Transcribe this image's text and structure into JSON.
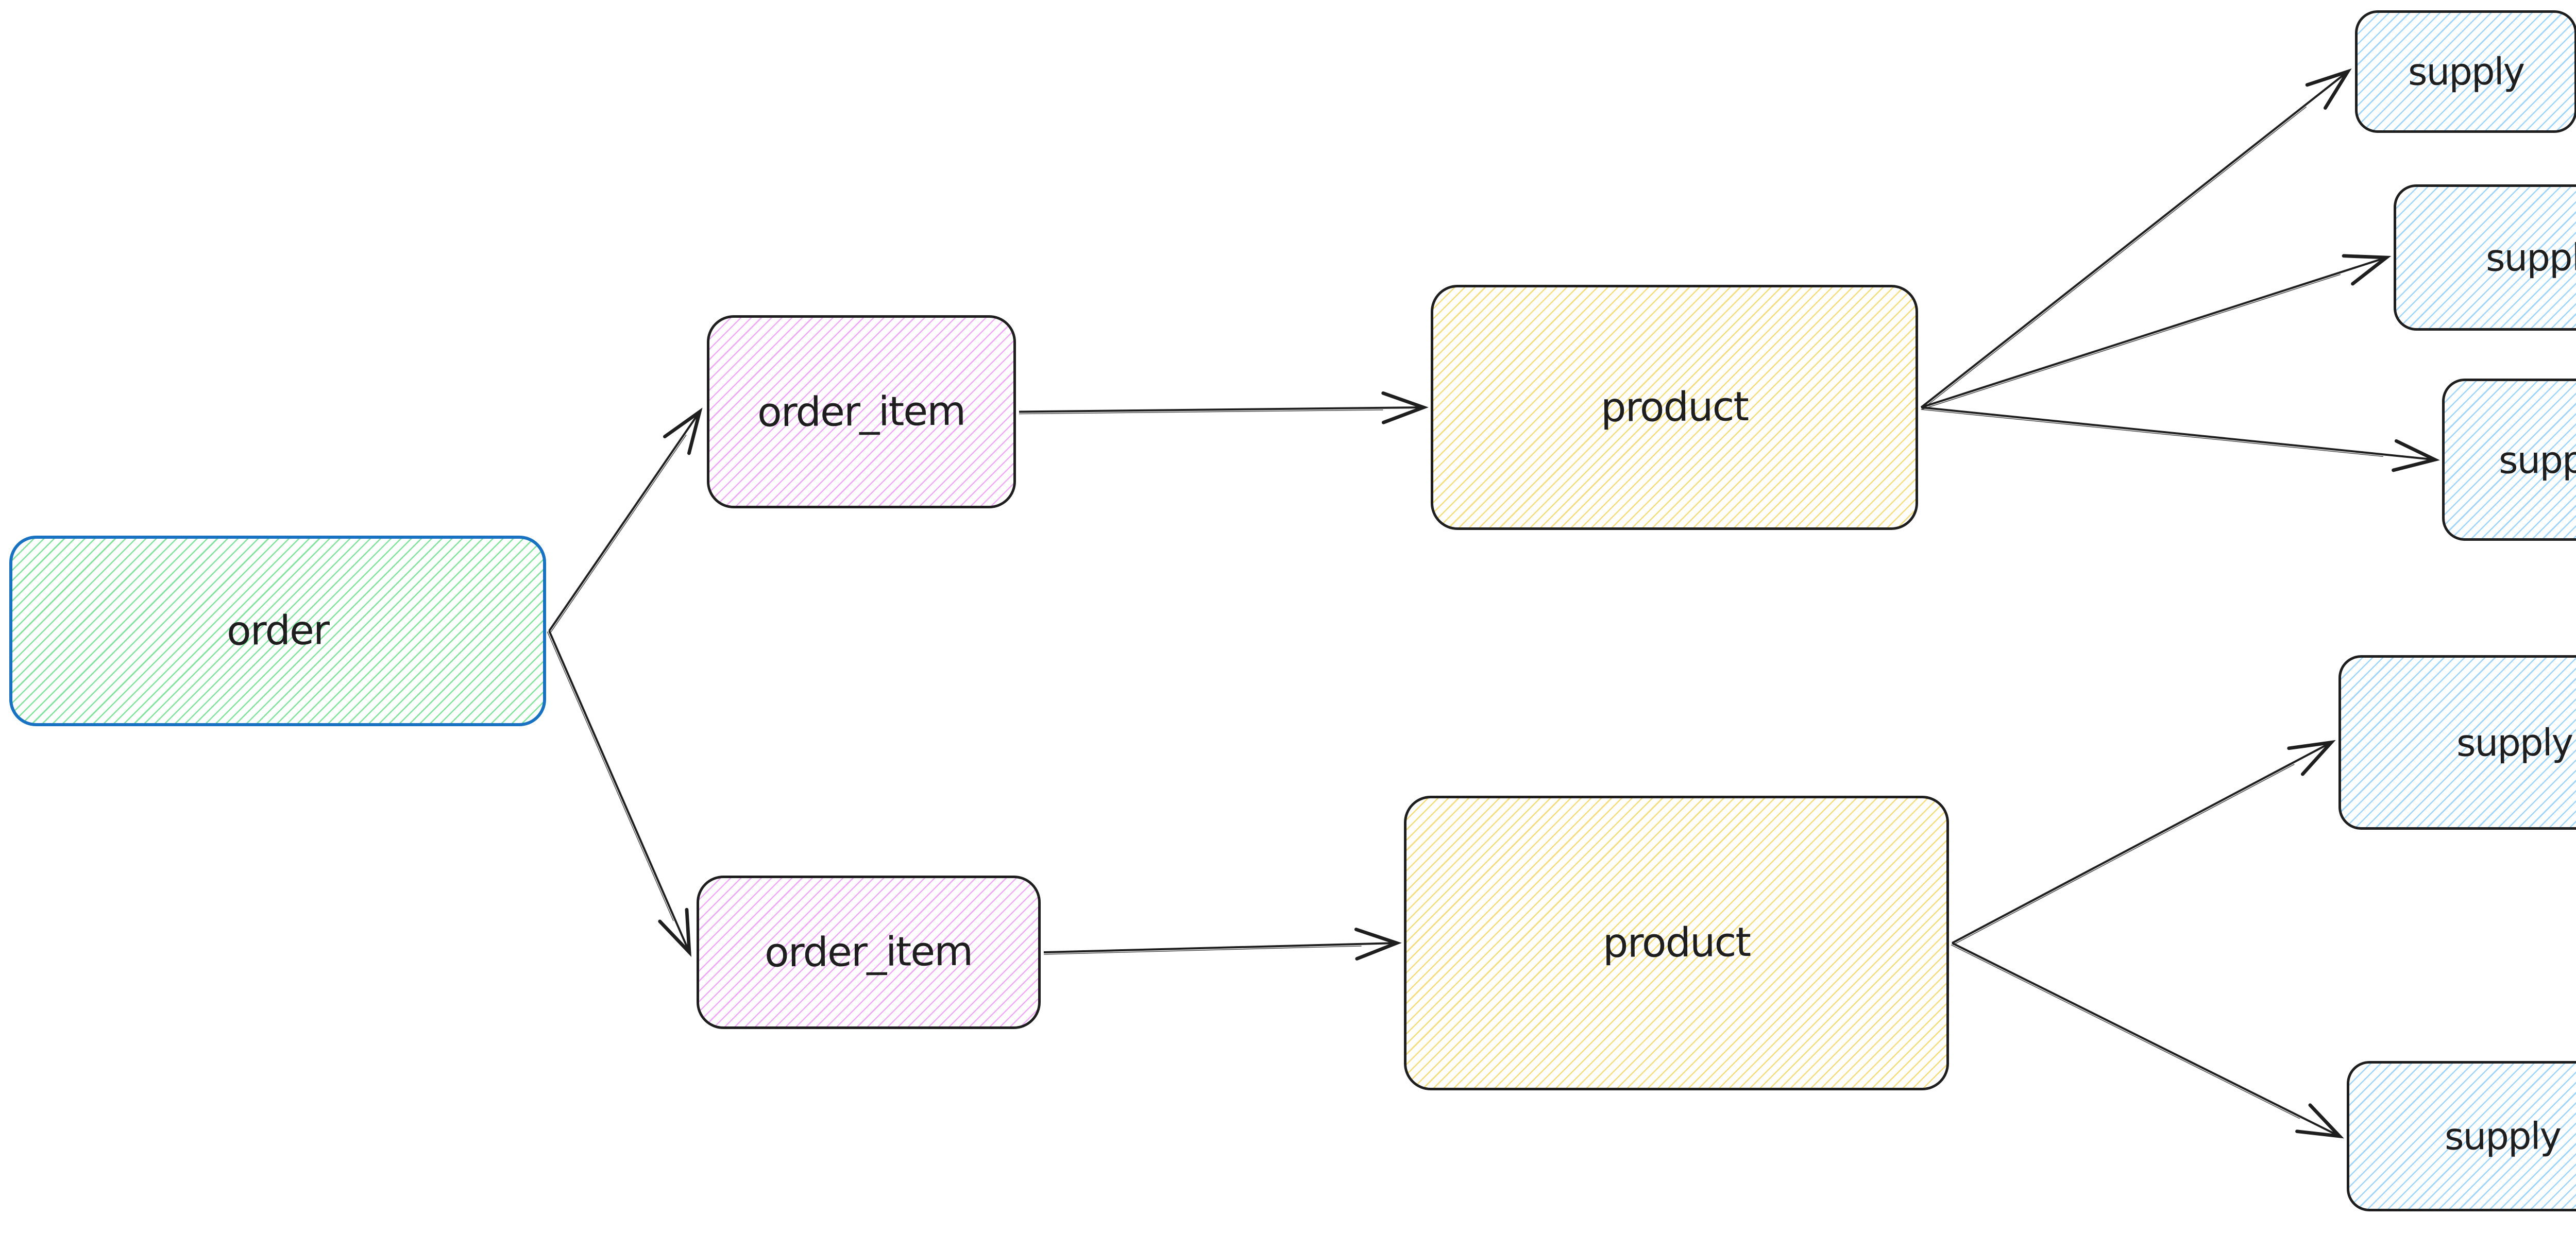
{
  "diagram": {
    "type": "flowchart",
    "background_color": "#ffffff",
    "edge_style": {
      "color": "#1e1e1e",
      "width": 4,
      "arrowhead": "open-v"
    },
    "nodes": [
      {
        "id": "order",
        "label": "order",
        "shape": "rounded-rectangle",
        "fill_hatch": "#7fe39c",
        "stroke": "#1971c2"
      },
      {
        "id": "order_item_1",
        "label": "order_item",
        "shape": "rounded-rectangle",
        "fill_hatch": "#eeacf6",
        "stroke": "#1e1e1e"
      },
      {
        "id": "order_item_2",
        "label": "order_item",
        "shape": "rounded-rectangle",
        "fill_hatch": "#eeacf6",
        "stroke": "#1e1e1e"
      },
      {
        "id": "product_1",
        "label": "product",
        "shape": "rounded-rectangle",
        "fill_hatch": "#f5dc7d",
        "stroke": "#1e1e1e"
      },
      {
        "id": "product_2",
        "label": "product",
        "shape": "rounded-rectangle",
        "fill_hatch": "#f5dc7d",
        "stroke": "#1e1e1e"
      },
      {
        "id": "supply_1",
        "label": "supply",
        "shape": "rounded-rectangle",
        "fill_hatch": "#9fd4fb",
        "stroke": "#1e1e1e"
      },
      {
        "id": "supply_2",
        "label": "supply",
        "shape": "rounded-rectangle",
        "fill_hatch": "#9fd4fb",
        "stroke": "#1e1e1e"
      },
      {
        "id": "supply_3",
        "label": "supply",
        "shape": "rounded-rectangle",
        "fill_hatch": "#9fd4fb",
        "stroke": "#1e1e1e"
      },
      {
        "id": "supply_4",
        "label": "supply",
        "shape": "rounded-rectangle",
        "fill_hatch": "#9fd4fb",
        "stroke": "#1e1e1e"
      },
      {
        "id": "supply_5",
        "label": "supply",
        "shape": "rounded-rectangle",
        "fill_hatch": "#9fd4fb",
        "stroke": "#1e1e1e"
      }
    ],
    "edges": [
      {
        "from": "order",
        "to": "order_item_1"
      },
      {
        "from": "order",
        "to": "order_item_2"
      },
      {
        "from": "order_item_1",
        "to": "product_1"
      },
      {
        "from": "order_item_2",
        "to": "product_2"
      },
      {
        "from": "product_1",
        "to": "supply_1"
      },
      {
        "from": "product_1",
        "to": "supply_2"
      },
      {
        "from": "product_1",
        "to": "supply_3"
      },
      {
        "from": "product_2",
        "to": "supply_4"
      },
      {
        "from": "product_2",
        "to": "supply_5"
      }
    ]
  }
}
